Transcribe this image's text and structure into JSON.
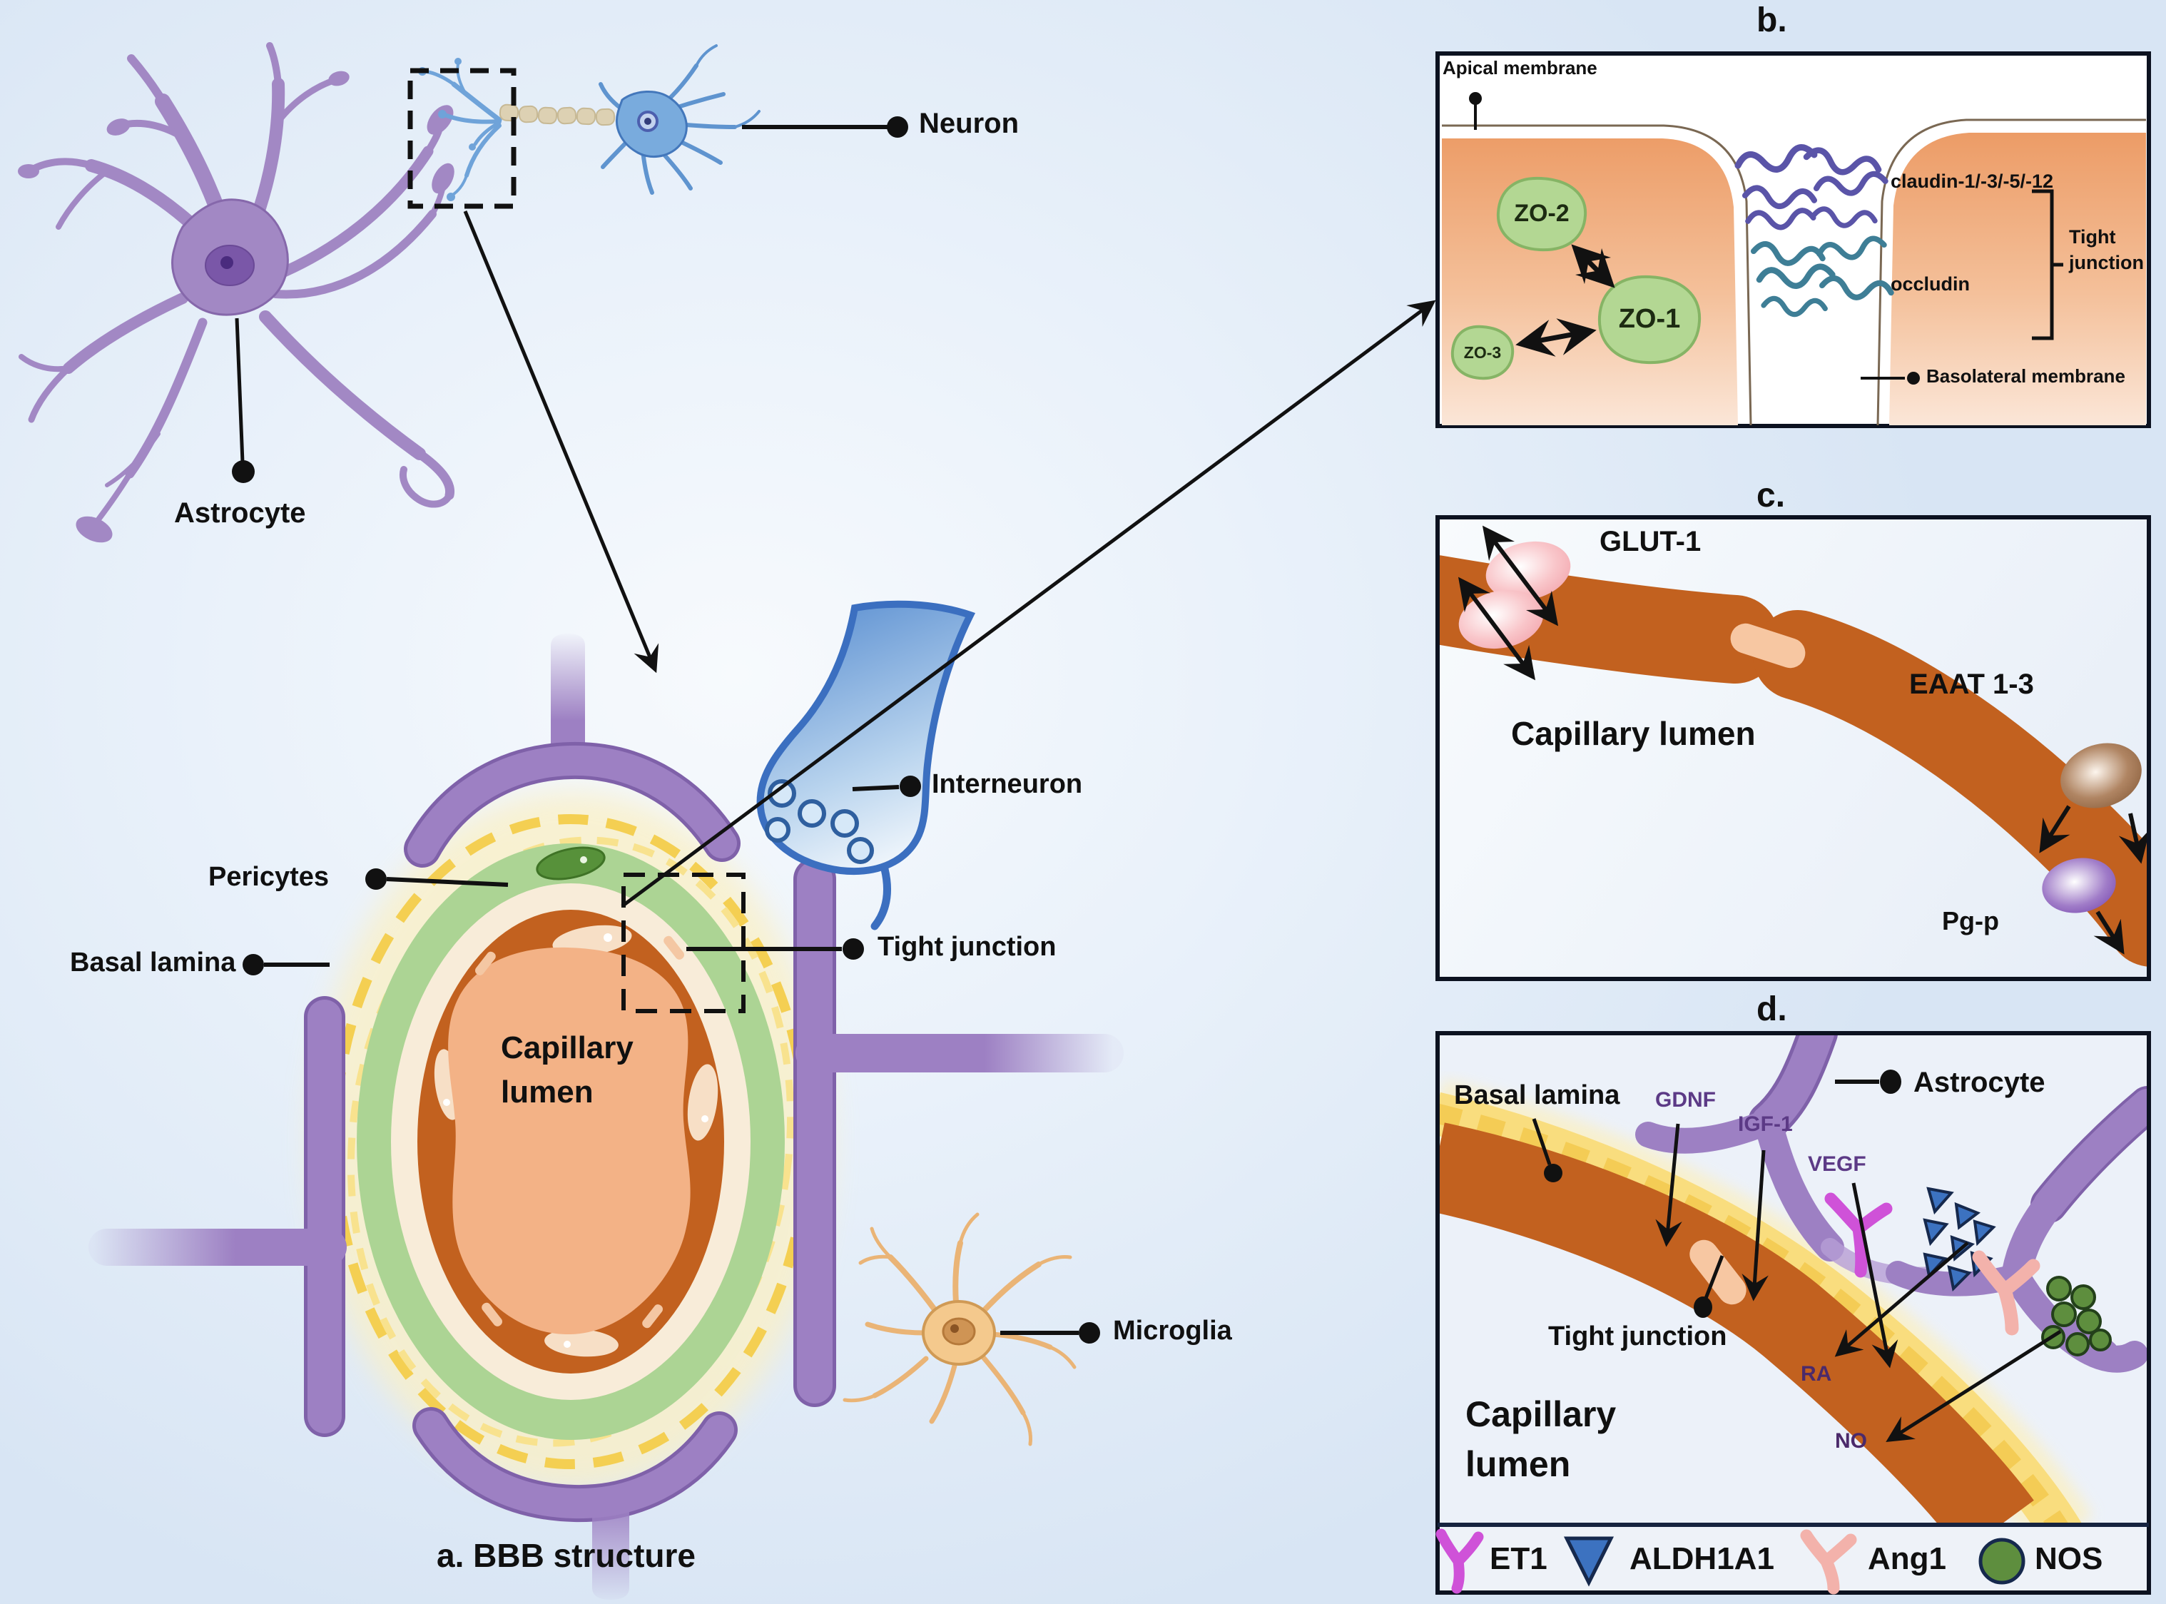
{
  "figure": {
    "panel_a": {
      "title": "a. BBB structure",
      "labels": {
        "neuron": "Neuron",
        "astrocyte": "Astrocyte",
        "interneuron": "Interneuron",
        "pericytes": "Pericytes",
        "basal_lamina": "Basal lamina",
        "tight_junction": "Tight junction",
        "capillary_lumen_line1": "Capillary",
        "capillary_lumen_line2": "lumen",
        "microglia": "Microglia"
      }
    },
    "panel_b": {
      "title": "b.",
      "labels": {
        "apical_membrane": "Apical membrane",
        "zo2": "ZO-2",
        "zo1": "ZO-1",
        "zo3": "ZO-3",
        "claudin": "claudin-1/-3/-5/-12",
        "occludin": "occludin",
        "tight_junction_line1": "Tight",
        "tight_junction_line2": "junction",
        "basolateral_membrane": "Basolateral membrane"
      }
    },
    "panel_c": {
      "title": "c.",
      "labels": {
        "glut1": "GLUT-1",
        "capillary_lumen": "Capillary lumen",
        "eaat": "EAAT 1-3",
        "pgp": "Pg-p"
      }
    },
    "panel_d": {
      "title": "d.",
      "labels": {
        "basal_lamina": "Basal lamina",
        "astrocyte": "Astrocyte",
        "gdnf": "GDNF",
        "igf1": "IGF-1",
        "vegf": "VEGF",
        "tight_junction": "Tight junction",
        "ra": "RA",
        "no": "NO",
        "capillary_lumen_line1": "Capillary",
        "capillary_lumen_line2": "lumen"
      },
      "legend": [
        {
          "icon": "et1-icon",
          "label": "ET1",
          "color": "#cf52d8"
        },
        {
          "icon": "aldh1a1-icon",
          "label": "ALDH1A1",
          "color": "#3c72c0"
        },
        {
          "icon": "ang1-icon",
          "label": "Ang1",
          "color": "#f3b2ab"
        },
        {
          "icon": "nos-icon",
          "label": "NOS",
          "color": "#5e8e3e"
        }
      ]
    },
    "colors": {
      "astrocyte_purple": "#9d80c3",
      "neuron_blue": "#79abdd",
      "myelin_tan": "#ddd1b3",
      "interneuron_blue": "#3b6fc0",
      "microglia_orange": "#f2c488",
      "pericyte_green": "#acd494",
      "basal_lamina_yellow": "#f4cf52",
      "endothelium_brown": "#c2611f",
      "capillary_lumen_peach": "#f3b286",
      "panel_b_cell_orange": "#ec9b65",
      "zo_green": "#abd48d",
      "claudin_purple": "#5a54a8",
      "occludin_teal": "#3e7e96",
      "glut1_pink": "#f5adb4",
      "eaat_brown": "#7d5230",
      "pgp_purple": "#6f3daa"
    }
  }
}
